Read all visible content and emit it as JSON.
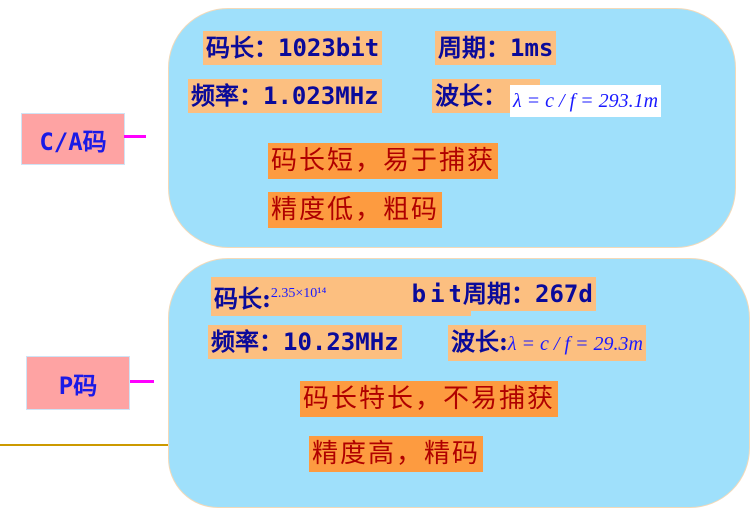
{
  "ca_code": {
    "label": "C/A码",
    "code_length": {
      "key": "码长：",
      "value": "1023bit"
    },
    "period": {
      "key": "周期：",
      "value": "1ms"
    },
    "frequency": {
      "key": "频率：",
      "value": "1.023MHz"
    },
    "wavelength": {
      "key": "波长：",
      "formula": "λ = c / f = 293.1m"
    },
    "notes": [
      "码长短，易于捕获",
      "精度低，粗码"
    ]
  },
  "p_code": {
    "label": "P码",
    "code_length": {
      "key": "码长:",
      "value_sup": "2.35×10¹⁴",
      "unit": "bit"
    },
    "period": {
      "key": "周期：",
      "value": "267d"
    },
    "frequency": {
      "key": "频率：",
      "value": "10.23MHz"
    },
    "wavelength": {
      "key": "波长:",
      "formula": "λ = c / f = 29.3m"
    },
    "notes": [
      "码长特长，不易捕获",
      "精度高，精码"
    ]
  },
  "colors": {
    "panel_bg": "#9fe0fb",
    "param_highlight": "#fcbf80",
    "note_highlight": "#fd9b40",
    "label_bg": "#fea3a3",
    "param_text": "#0a0a9a",
    "note_text": "#b00000",
    "connector": "#ff00ff",
    "rule": "#cc9a00"
  }
}
